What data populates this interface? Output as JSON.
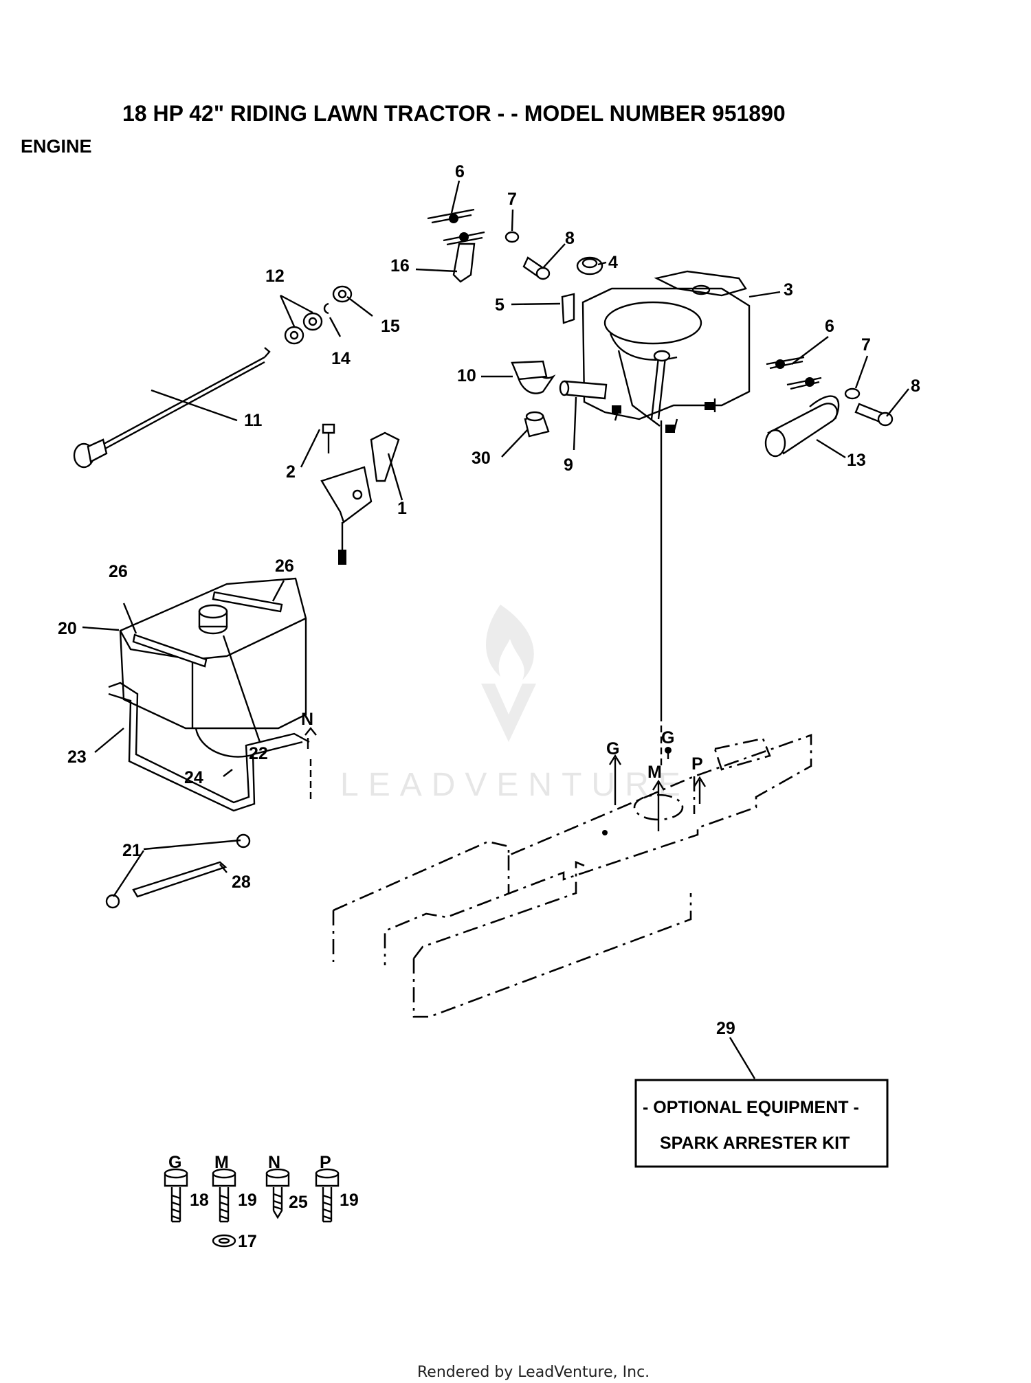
{
  "header": {
    "title": "18 HP 42\" RIDING LAWN TRACTOR - - MODEL NUMBER 951890",
    "section": "ENGINE"
  },
  "callouts": {
    "c1": "1",
    "c2": "2",
    "c3": "3",
    "c4": "4",
    "c5": "5",
    "c6a": "6",
    "c6b": "6",
    "c7a": "7",
    "c7b": "7",
    "c8a": "8",
    "c8b": "8",
    "c9": "9",
    "c10": "10",
    "c11": "11",
    "c12": "12",
    "c13": "13",
    "c14": "14",
    "c15": "15",
    "c16": "16",
    "c17": "17",
    "c18": "18",
    "c19a": "19",
    "c19b": "19",
    "c20": "20",
    "c21": "21",
    "c22": "22",
    "c23": "23",
    "c24": "24",
    "c25": "25",
    "c26a": "26",
    "c26b": "26",
    "c28": "28",
    "c29": "29",
    "c30": "30"
  },
  "letters": {
    "g_frame1": "G",
    "g_frame2": "G",
    "m_frame": "M",
    "p_frame": "P",
    "n_tank": "N",
    "g_legend": "G",
    "m_legend": "M",
    "n_legend": "N",
    "p_legend": "P"
  },
  "optional_box": {
    "line1": "- OPTIONAL EQUIPMENT -",
    "line2": "SPARK ARRESTER KIT"
  },
  "watermark": "LEADVENTURE",
  "footer": "Rendered by LeadVenture, Inc."
}
